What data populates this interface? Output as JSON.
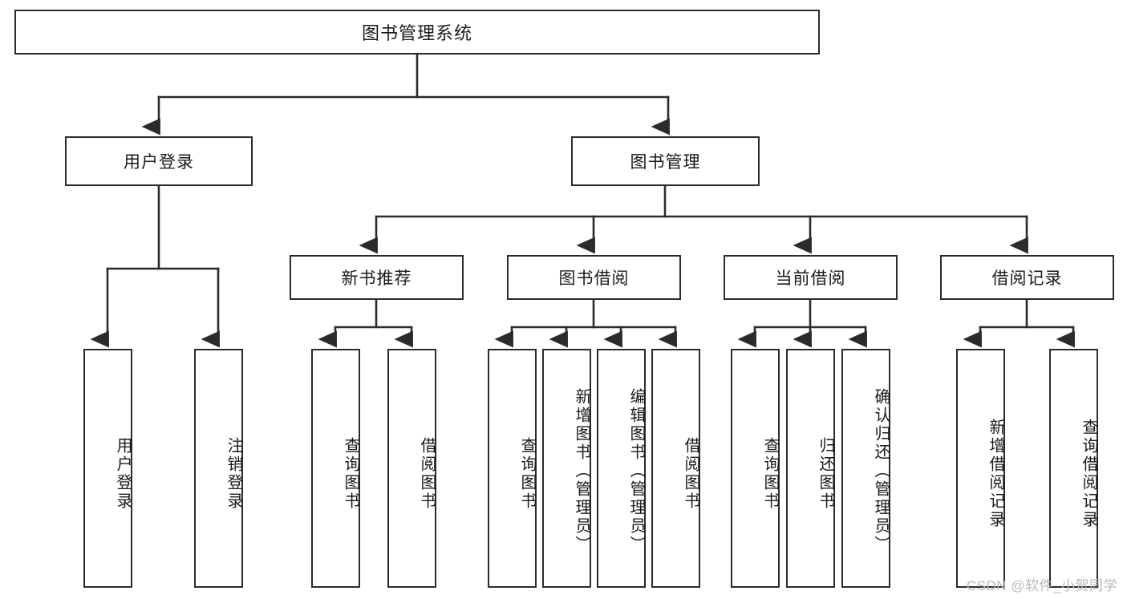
{
  "diagram": {
    "title": "图书管理系统",
    "type": "tree-hierarchy-chart",
    "watermark": "CSDN @软件_小贺同学",
    "colors": {
      "box_border": "#2b2b2b",
      "box_fill": "#ffffff",
      "edge": "#2b2b2b",
      "text": "#1a1a1a",
      "watermark": "#b9b9b9"
    },
    "root": {
      "label": "图书管理系统"
    },
    "level2": [
      {
        "id": "user-login",
        "label": "用户登录"
      },
      {
        "id": "book-manage",
        "label": "图书管理"
      }
    ],
    "level3": [
      {
        "id": "new-book-recommend",
        "label": "新书推荐"
      },
      {
        "id": "book-borrow",
        "label": "图书借阅"
      },
      {
        "id": "current-borrow",
        "label": "当前借阅"
      },
      {
        "id": "borrow-record",
        "label": "借阅记录"
      }
    ],
    "leaves": {
      "user_login": [
        {
          "id": "leaf-user-login",
          "label": "用户登录"
        },
        {
          "id": "leaf-logout",
          "label": "注销登录"
        }
      ],
      "new_book_recommend": [
        {
          "id": "leaf-query-book-1",
          "label": "查询图书"
        },
        {
          "id": "leaf-borrow-book-1",
          "label": "借阅图书"
        }
      ],
      "book_borrow": [
        {
          "id": "leaf-query-book-2",
          "label": "查询图书"
        },
        {
          "id": "leaf-add-book",
          "label": "新增图书（管理员）"
        },
        {
          "id": "leaf-edit-book",
          "label": "编辑图书（管理员）"
        },
        {
          "id": "leaf-borrow-book-2",
          "label": "借阅图书"
        }
      ],
      "current_borrow": [
        {
          "id": "leaf-query-book-3",
          "label": "查询图书"
        },
        {
          "id": "leaf-return-book",
          "label": "归还图书"
        },
        {
          "id": "leaf-confirm-return",
          "label": "确认归还（管理员）"
        }
      ],
      "borrow_record": [
        {
          "id": "leaf-add-record",
          "label": "新增借阅记录"
        },
        {
          "id": "leaf-query-record",
          "label": "查询借阅记录"
        }
      ]
    }
  }
}
